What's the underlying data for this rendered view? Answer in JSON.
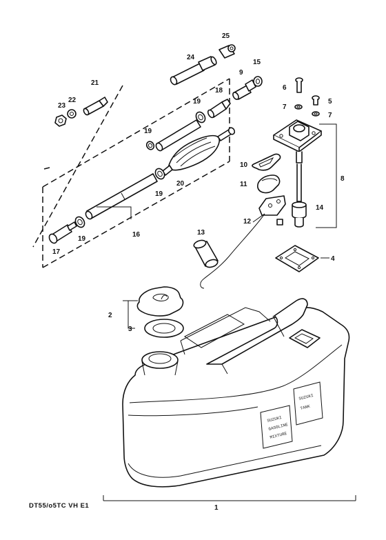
{
  "caption": "DT55/o5TC VH E1",
  "callouts": {
    "p1": "1",
    "p2": "2",
    "p3": "3",
    "p4": "4",
    "p5": "5",
    "p6": "6",
    "p7a": "7",
    "p7b": "7",
    "p8": "8",
    "p9": "9",
    "p10": "10",
    "p11": "11",
    "p12": "12",
    "p13": "13",
    "p14": "14",
    "p15": "15",
    "p16": "16",
    "p17": "17",
    "p18": "18",
    "p19a": "19",
    "p19b": "19",
    "p19c": "19",
    "p19d": "19",
    "p20": "20",
    "p21": "21",
    "p22": "22",
    "p23": "23",
    "p24": "24",
    "p25": "25"
  },
  "tank_labels": {
    "left_panel": [
      "SUZUKI",
      "GASOLINE",
      "MIXTURE"
    ],
    "right_panel": [
      "SUZUKI",
      "TANK"
    ]
  }
}
